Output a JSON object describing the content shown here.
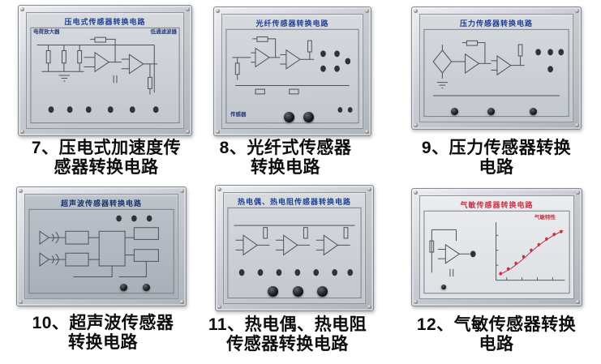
{
  "colors": {
    "page_background": "#ffffff",
    "panel_title_blue": "#1e4098",
    "panel_title_navy": "#18326b",
    "panel_title_red": "#cf3040",
    "caption_text": "#0c0c0c",
    "graph_curve_red": "#c9303f"
  },
  "items": [
    {
      "number": "7",
      "caption_line1": "7、压电式加速度传",
      "caption_line2": "感器转换电路",
      "panel_title": "压电式传感器转换电路",
      "label_left": "电荷放大器",
      "label_right": "低通滤波器"
    },
    {
      "number": "8",
      "caption_line1": "8、光纤式传感器",
      "caption_line2": "转换电路",
      "panel_title": "光纤传感器转换电路",
      "label_sensor": "传感器"
    },
    {
      "number": "9",
      "caption_line1": "9、压力传感器转换",
      "caption_line2": "电路",
      "panel_title": "压力传感器转换电路"
    },
    {
      "number": "10",
      "caption_line1": "10、超声波传感器",
      "caption_line2": "转换电路",
      "panel_title": "超声波传感器转换电路"
    },
    {
      "number": "11",
      "caption_line1": "11、热电偶、热电阻",
      "caption_line2": "传感器转换电路",
      "panel_title": "热电偶、热电阻传感器转换电路"
    },
    {
      "number": "12",
      "caption_line1": "12、气敏传感器转换",
      "caption_line2": "电路",
      "panel_title": "气敏传感器转换电路",
      "chart_label": "气敏特性"
    }
  ]
}
